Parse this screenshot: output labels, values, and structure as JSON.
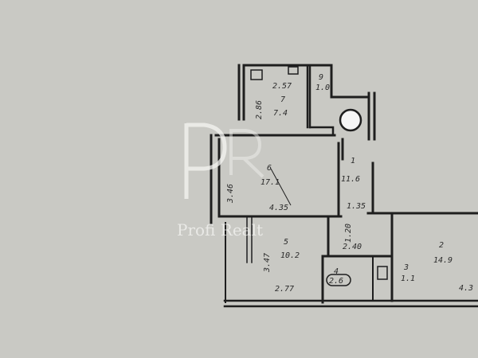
{
  "plan": {
    "rooms": [
      {
        "number": "1",
        "area": "11.6",
        "dims": [
          "1.35"
        ]
      },
      {
        "number": "2",
        "area": "14.9",
        "dims": [
          "4.3"
        ]
      },
      {
        "number": "3",
        "area": "1.1",
        "dims": []
      },
      {
        "number": "4",
        "area": "2.6",
        "dims": []
      },
      {
        "number": "5",
        "area": "10.2",
        "dims": [
          "3.47",
          "2.77"
        ]
      },
      {
        "number": "6",
        "area": "17.1",
        "dims": [
          "3.46",
          "4.35"
        ]
      },
      {
        "number": "7",
        "area": "7.4",
        "dims": [
          "2.57",
          "2.86"
        ]
      },
      {
        "number": "9",
        "area": "1.0",
        "dims": []
      }
    ],
    "other_dims": [
      "1.20",
      "2.40"
    ]
  },
  "watermark": {
    "logo": "PR",
    "text": "Profi Realt"
  },
  "colors": {
    "paper": "#c9c9c4",
    "ink": "#1e1e1e"
  }
}
